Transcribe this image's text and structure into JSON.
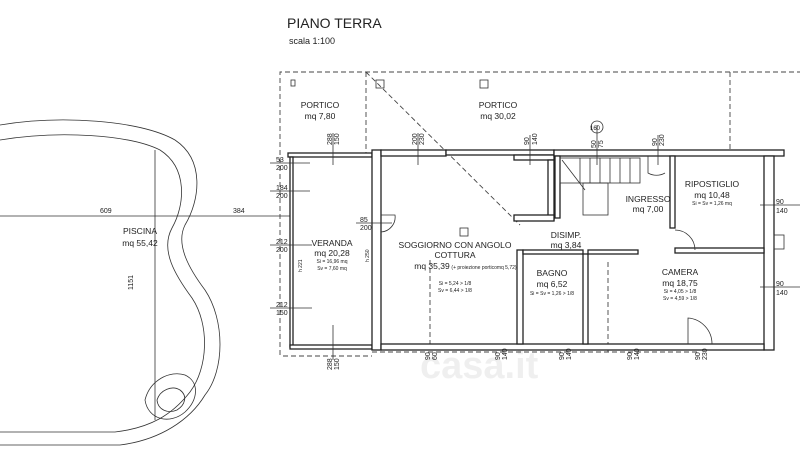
{
  "title": "PIANO TERRA",
  "scale": "scala 1:100",
  "watermark": "casa.it",
  "rooms": {
    "piscina": {
      "name": "PISCINA",
      "area": "mq 55,42"
    },
    "portico_small": {
      "name": "PORTICO",
      "area": "mq 7,80"
    },
    "portico_large": {
      "name": "PORTICO",
      "area": "mq 30,02"
    },
    "veranda": {
      "name": "VERANDA",
      "area": "mq 20,28",
      "si": "Si = 16,96 mq",
      "sv": "Sv = 7,60 mq"
    },
    "soggiorno": {
      "name1": "SOGGIORNO CON ANGOLO",
      "name2": "COTTURA",
      "area": "mq 35,39",
      "note": "(+ proiezione porticomq 5,72)",
      "si": "Si = 5,24 > 1/8",
      "sv": "Sv = 6,44 > 1/8"
    },
    "disimp": {
      "name": "DISIMP.",
      "area": "mq 3,84"
    },
    "bagno": {
      "name": "BAGNO",
      "area": "mq 6,52",
      "si": "Si = Sv = 1,26 > 1/8"
    },
    "camera": {
      "name": "CAMERA",
      "area": "mq 18,75",
      "si": "Si = 4,05 > 1/8",
      "sv": "Sv = 4,59 > 1/8"
    },
    "ingresso": {
      "name": "INGRESSO",
      "area": "mq 7,00"
    },
    "ripostiglio": {
      "name": "RIPOSTIGLIO",
      "area": "mq 10,48",
      "si": "Si = Sv = 1,26 mq"
    }
  },
  "dimensions": {
    "pool_w1": "609",
    "pool_w2": "384",
    "pool_h": "1151",
    "d288a": "288",
    "d150a": "150",
    "d200a": "200",
    "d230a": "230",
    "d90a": "90",
    "d140a": "140",
    "d50": "50",
    "d75": "75",
    "d160": "160",
    "d90b": "90",
    "d230b": "230",
    "d53": "53",
    "d200b": "200",
    "d184": "184",
    "d200c": "200",
    "d85": "85",
    "d200d": "200",
    "d212a": "212",
    "d200e": "200",
    "d212b": "212",
    "d150b": "150",
    "h221": "h 221",
    "h250": "h 250",
    "d288b": "288",
    "d150c": "150",
    "d90c": "90",
    "d60": "60",
    "d90d": "90",
    "d140b": "140",
    "d90e": "90",
    "d140c": "140",
    "d90f": "90",
    "d140d": "140",
    "d90g": "90",
    "d230c": "230",
    "d90h": "90",
    "d140e": "140",
    "d90i": "90",
    "d140f": "140"
  }
}
